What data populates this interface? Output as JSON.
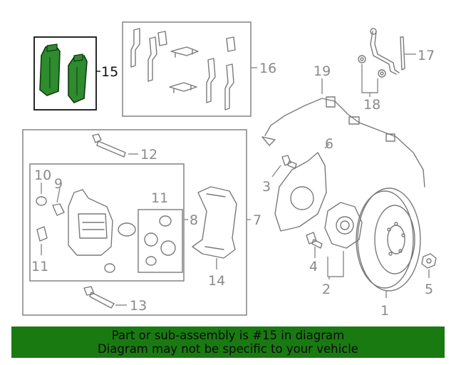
{
  "callouts": {
    "c1": "1",
    "c2": "2",
    "c3": "3",
    "c4": "4",
    "c5": "5",
    "c6": "6",
    "c7": "7",
    "c8": "8",
    "c9": "9",
    "c10": "10",
    "c11a": "11",
    "c11b": "11",
    "c12": "12",
    "c13": "13",
    "c14": "14",
    "c15": "15",
    "c16": "16",
    "c17": "17",
    "c18": "18",
    "c19": "19"
  },
  "banner": {
    "line1": "Part or sub-assembly is #15 in diagram",
    "line2": "Diagram may not be specific to your vehicle"
  },
  "colors": {
    "highlight_pad": "#2e8b2e",
    "banner_bg": "#1a7a12",
    "line_gray": "#7a7a7a"
  }
}
